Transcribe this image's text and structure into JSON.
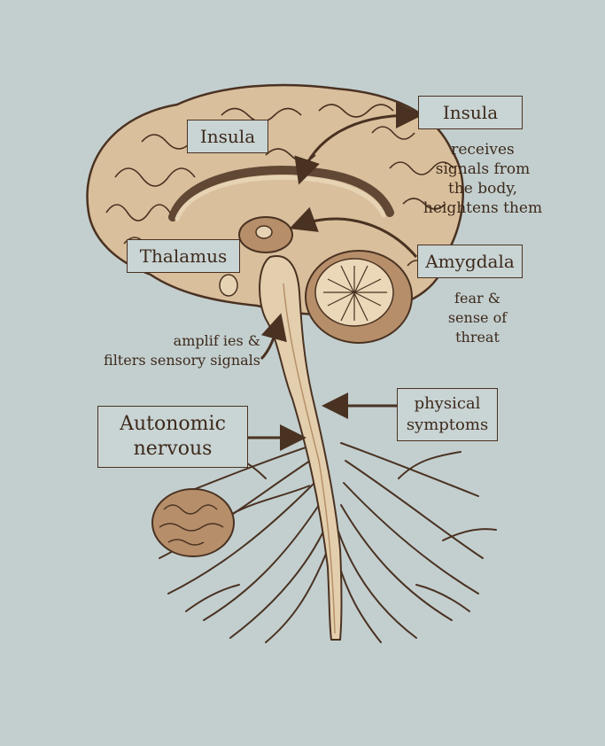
{
  "labels": {
    "insula_left": "Insula",
    "insula_right": "Insula",
    "thalamus": "Thalamus",
    "amygdala": "Amygdala",
    "autonomic": "Autonomic\nnervous",
    "physical": "physical\nsymptoms"
  },
  "notes": {
    "insula_desc": "receives\nsignals from\nthe body,\nheightens them",
    "amygdala_desc": "fear &\nsense of\nthreat",
    "thalamus_desc": "amplif ies &\nfilters sensory signals"
  },
  "colors": {
    "background": "#c3cfcf",
    "ink": "#4a3222",
    "brain_fill": "#d9bf9c",
    "brain_shade": "#b68f6a",
    "nerve_fill": "#e3cfad"
  }
}
